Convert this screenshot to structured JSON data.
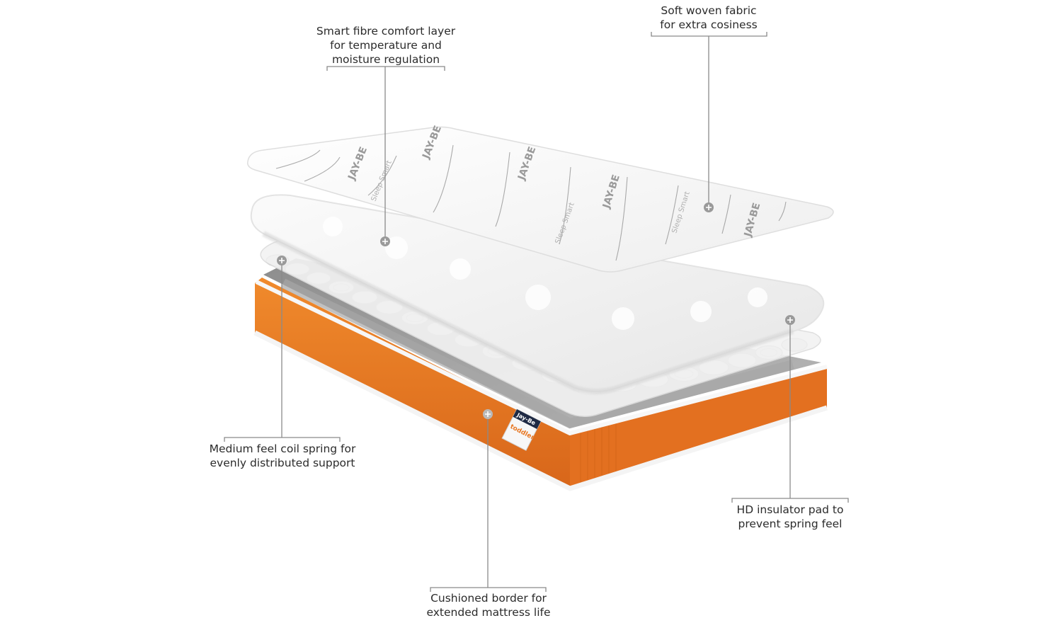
{
  "brand": {
    "name": "Jay-Be",
    "product": "toddler"
  },
  "top_sheet_print": [
    "Jay-Be",
    "Sleep Smart"
  ],
  "callouts": [
    {
      "id": "fibre",
      "lines": [
        "Smart fibre comfort layer",
        "for temperature and",
        "moisture regulation"
      ]
    },
    {
      "id": "fabric",
      "lines": [
        "Soft woven fabric",
        "for extra cosiness"
      ]
    },
    {
      "id": "coil",
      "lines": [
        "Medium feel coil spring for",
        "evenly distributed support"
      ]
    },
    {
      "id": "insulator",
      "lines": [
        "HD insulator pad to",
        "prevent spring feel"
      ]
    },
    {
      "id": "border",
      "lines": [
        "Cushioned border for",
        "extended mattress life"
      ]
    }
  ],
  "colors": {
    "accent": "#e87722",
    "line": "#8a8a8a",
    "text": "#2b2b2b"
  }
}
